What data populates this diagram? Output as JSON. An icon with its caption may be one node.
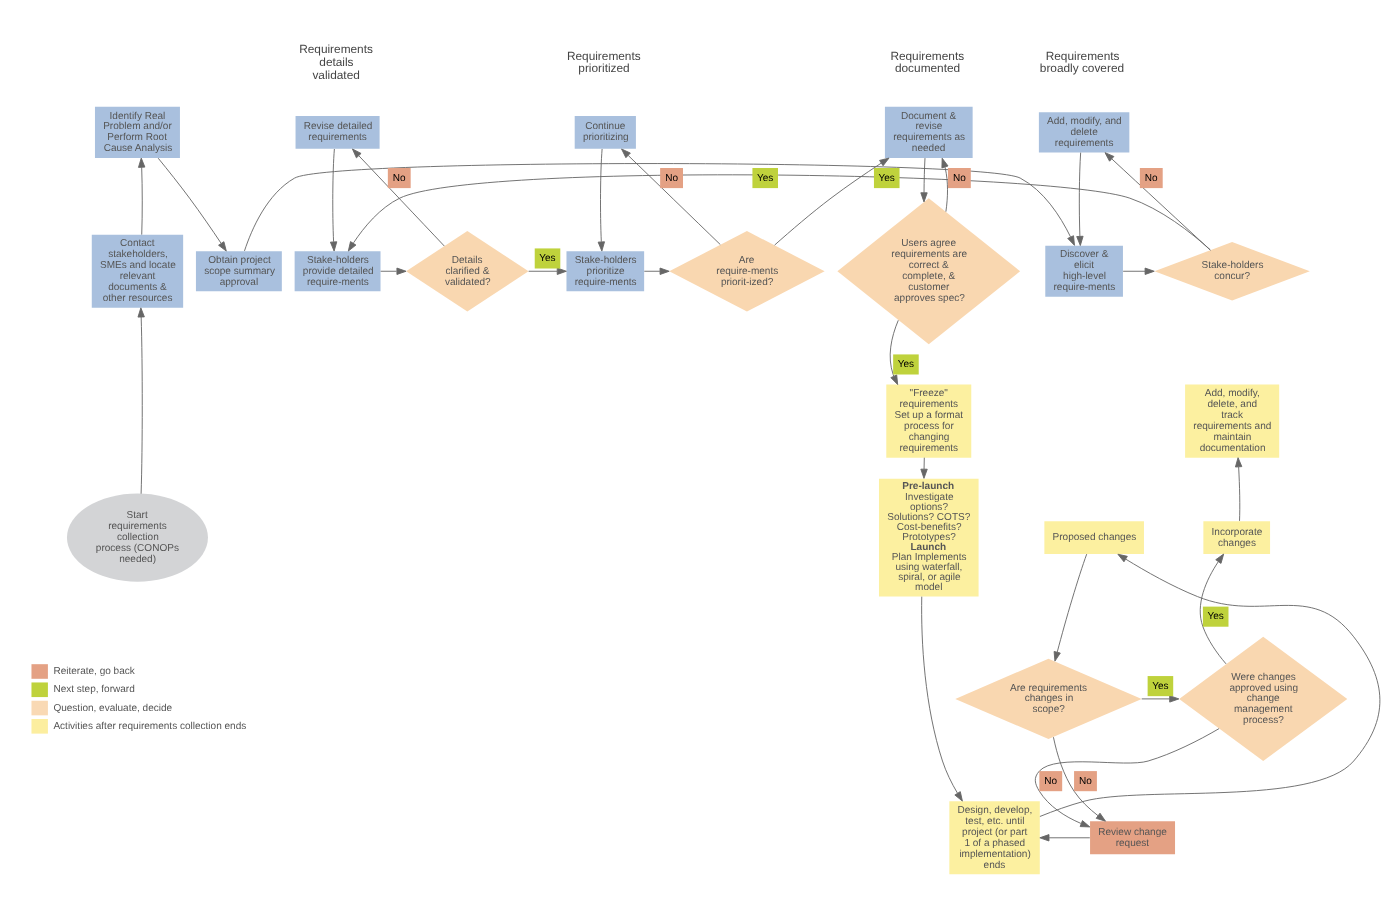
{
  "diagram": {
    "nodes": [
      {
        "text": [
          "Start requirements collection process (CONOPs needed)"
        ]
      },
      {
        "text": [
          "Contact stakeholders, SMEs and locate relevant documents & other resources"
        ]
      },
      {
        "text": [
          "Identify Real Problem and/or Perform Root Cause Analysis"
        ]
      },
      {
        "text": [
          "Obtain project scope summary approval"
        ]
      },
      {
        "text": [
          "Add, modify, and delete requirements"
        ]
      },
      {
        "text": [
          "Discover & elicit high-level require-ments"
        ]
      },
      {
        "text": [
          "Stake-holders concur?"
        ]
      },
      {
        "text": [
          "Revise detailed requirements"
        ]
      },
      {
        "text": [
          "Stake-holders provide detailed require-ments"
        ]
      },
      {
        "text": [
          "Details clarified & validated?"
        ]
      },
      {
        "text": [
          "Continue prioritizing"
        ]
      },
      {
        "text": [
          "Stake-holders prioritize require-ments"
        ]
      },
      {
        "text": [
          "Are require-ments priorit-ized?"
        ]
      },
      {
        "text": [
          "Document & revise requirements as needed"
        ]
      },
      {
        "text": [
          "Users agree requirements are correct & complete, & customer approves spec?"
        ]
      },
      {
        "text": [
          "Add, modify, delete, and track requirements and maintain documentation"
        ]
      },
      {
        "text": [
          "Incorporate changes"
        ]
      },
      {
        "text": [
          "Proposed changes"
        ]
      },
      {
        "text": [
          "Pre-launch",
          "Investigate options? Solutions? COTS? Cost-benefits? Prototypes?",
          "Launch",
          "Plan Implements using waterfall, spiral, or agile model"
        ]
      },
      {
        "text": [
          "\"Freeze\" requirements",
          "Set up a format process for changing requirements"
        ]
      },
      {
        "text": [
          "Were changes approved using change management process?"
        ]
      },
      {
        "text": [
          "Are requirements changes in scope?"
        ]
      },
      {
        "text": [
          "Review change request"
        ]
      },
      {
        "text": [
          "Design, develop, test, etc. until project (or part 1 of a phased implementation) ends"
        ]
      }
    ],
    "edges": [
      {
        "from": 0,
        "to": 1,
        "arrow": "to"
      },
      {
        "from": 1,
        "to": 2,
        "arrow": "to"
      },
      {
        "from": 2,
        "to": 3,
        "arrow": "to"
      },
      {
        "from": 3,
        "to": 5,
        "arrow": "to"
      },
      {
        "from": 4,
        "to": 5,
        "arrow": "to"
      },
      {
        "from": 5,
        "to": 6,
        "arrow": "to"
      },
      {
        "from": 6,
        "to": 8,
        "arrow": "to",
        "label": "Yes"
      },
      {
        "from": 6,
        "to": 4,
        "arrow": "to",
        "label": "No"
      },
      {
        "from": 8,
        "to": 9,
        "arrow": "to"
      },
      {
        "from": 9,
        "to": 11,
        "arrow": "to",
        "label": "Yes"
      },
      {
        "from": 9,
        "to": 7,
        "arrow": "to",
        "label": "No"
      },
      {
        "from": 7,
        "to": 8,
        "arrow": "to"
      },
      {
        "from": 11,
        "to": 12,
        "arrow": "to"
      },
      {
        "from": 12,
        "to": 13,
        "arrow": "to",
        "label": "Yes"
      },
      {
        "from": 12,
        "to": 10,
        "arrow": "to",
        "label": "No"
      },
      {
        "from": 10,
        "to": 11,
        "arrow": "to"
      },
      {
        "from": 13,
        "to": 14,
        "arrow": "to"
      },
      {
        "from": 14,
        "to": 13,
        "arrow": "to",
        "label": "No"
      },
      {
        "from": 14,
        "to": 19,
        "arrow": "to",
        "label": "Yes"
      },
      {
        "from": 19,
        "to": 18,
        "arrow": "to"
      },
      {
        "from": 18,
        "to": 23,
        "arrow": "to"
      },
      {
        "from": 23,
        "to": 17,
        "arrow": "to"
      },
      {
        "from": 17,
        "to": 21,
        "arrow": "to"
      },
      {
        "from": 21,
        "to": 20,
        "arrow": "to",
        "label": "Yes"
      },
      {
        "from": 21,
        "to": 22,
        "arrow": "to",
        "label": "No"
      },
      {
        "from": 20,
        "to": 16,
        "arrow": "to",
        "label": "Yes"
      },
      {
        "from": 20,
        "to": 22,
        "arrow": "to",
        "label": "No"
      },
      {
        "from": 22,
        "to": 23,
        "arrow": "to"
      },
      {
        "from": 16,
        "to": 15,
        "arrow": "to"
      }
    ],
    "labels": [
      "Requirements broadly covered",
      "Requirements details validated",
      "Requirements prioritized",
      "Requirements documented"
    ],
    "legend": [
      {
        "text": "Reiterate, go back",
        "color": "#e4a184"
      },
      {
        "text": "Next step, forward",
        "color": "#bfd23c"
      },
      {
        "text": "Question, evaluate, decide",
        "color": "#f9d9b4"
      },
      {
        "text": "Activities after requirements collection ends",
        "color": "#fcee9f"
      }
    ]
  }
}
